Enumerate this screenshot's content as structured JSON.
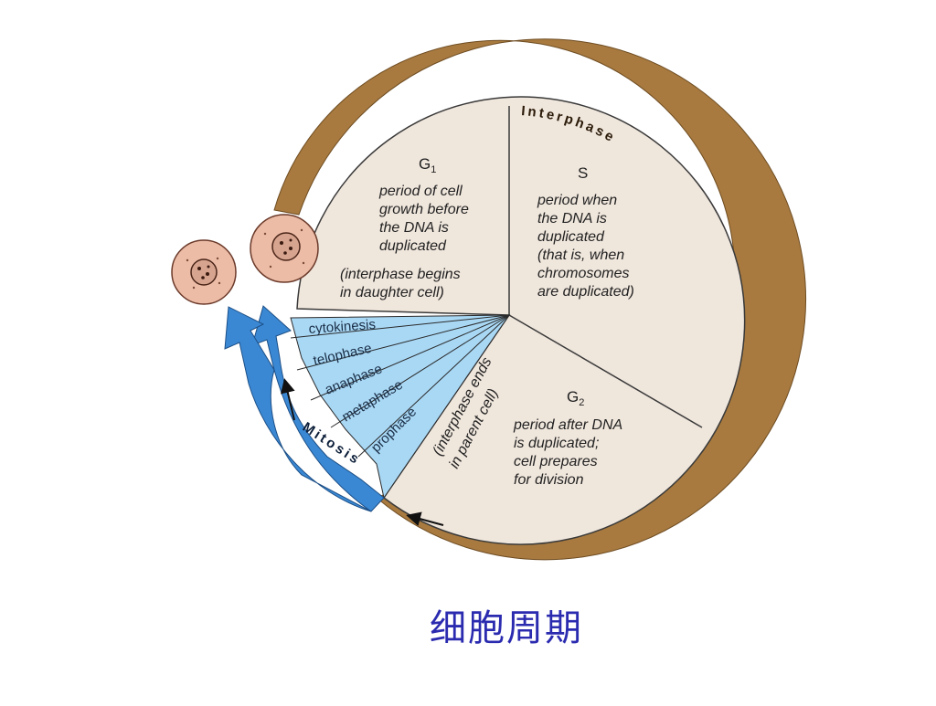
{
  "diagram": {
    "ring_label": "Interphase",
    "mitosis_label": "Mitosis",
    "g1": {
      "title": "G",
      "subscript": "1",
      "lines": [
        "period of cell",
        "growth before",
        "the DNA is",
        "duplicated"
      ],
      "note_lines": [
        "(interphase begins",
        "in daughter cell)"
      ]
    },
    "s": {
      "title": "S",
      "lines": [
        "period when",
        "the DNA is",
        "duplicated",
        "(that is, when",
        "chromosomes",
        "are duplicated)"
      ]
    },
    "g2": {
      "title": "G",
      "subscript": "2",
      "lines": [
        "period after DNA",
        "is duplicated;",
        "cell prepares",
        "for division"
      ]
    },
    "interphase_ends_lines": [
      "(interphase ends",
      "in parent cell)"
    ],
    "mitosis_stages": [
      "cytokinesis",
      "telophase",
      "anaphase",
      "metaphase",
      "prophase"
    ],
    "colors": {
      "ring": "#a87a3f",
      "wedge_fill": "#efe6dc",
      "mitosis_light": "#a9d8f5",
      "mitosis_arrow": "#3a88d4",
      "cell_fill": "#ecbca7",
      "caption": "#2b2bb0"
    }
  },
  "caption": "细胞周期"
}
